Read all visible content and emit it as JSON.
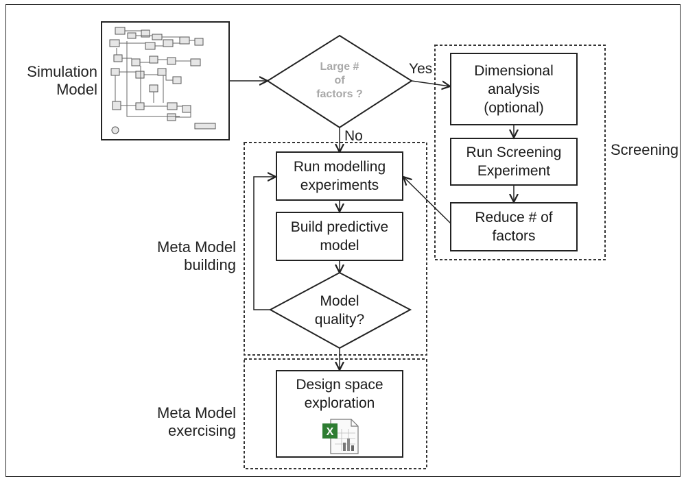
{
  "labels": {
    "simulation_model": [
      "Simulation",
      "Model"
    ],
    "screening": "Screening",
    "meta_model_building": [
      "Meta Model",
      "building"
    ],
    "meta_model_exercising": [
      "Meta Model",
      "exercising"
    ],
    "yes": "Yes",
    "no": "No"
  },
  "nodes": {
    "decision_large": [
      "Large #",
      "of",
      "factors ?"
    ],
    "dimensional_analysis": [
      "Dimensional",
      "analysis",
      "(optional)"
    ],
    "run_screening": [
      "Run Screening",
      "Experiment"
    ],
    "reduce_factors": [
      "Reduce # of",
      "factors"
    ],
    "run_modelling": [
      "Run modelling",
      "experiments"
    ],
    "build_predictive": [
      "Build predictive",
      "model"
    ],
    "model_quality": [
      "Model",
      "quality?"
    ],
    "design_space": [
      "Design space",
      "exploration"
    ]
  },
  "icons": {
    "simulation": "simulink-model-thumbnail-icon",
    "spreadsheet": "excel-spreadsheet-icon"
  },
  "colors": {
    "stroke": "#222222",
    "decision_faded_text": "#a8a8a8",
    "excel_green": "#2e7d32"
  }
}
